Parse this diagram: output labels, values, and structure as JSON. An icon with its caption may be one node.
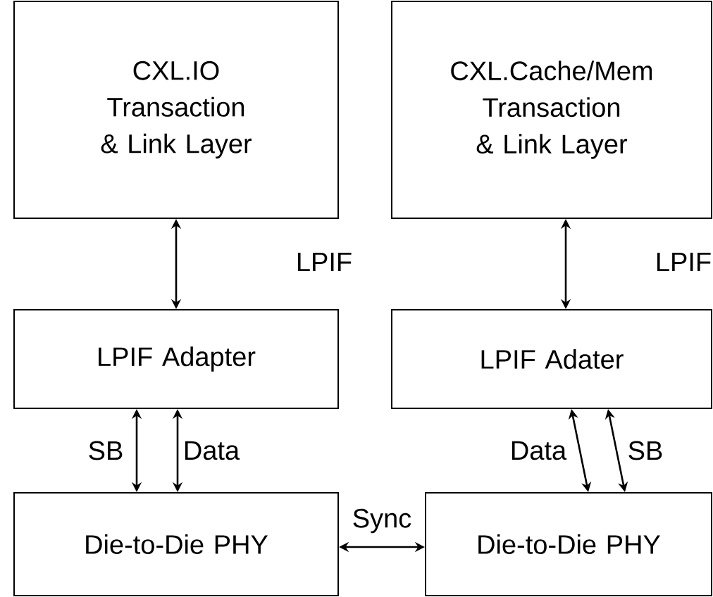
{
  "diagram": {
    "nodes": [
      {
        "text": [
          "CXL.IO Transaction & Link Layer"
        ]
      },
      {
        "text": [
          "CXL.Cache/Mem Transaction & Link Layer"
        ]
      },
      {
        "text": [
          "LPIF Adapter"
        ]
      },
      {
        "text": [
          "LPIF Adater"
        ]
      },
      {
        "text": [
          "Die-to-Die PHY"
        ]
      },
      {
        "text": [
          "Die-to-Die PHY"
        ]
      }
    ],
    "edges": [
      {
        "from": 0,
        "to": 2,
        "arrow": "both",
        "label": "LPIF"
      },
      {
        "from": 1,
        "to": 3,
        "arrow": "both",
        "label": "LPIF"
      },
      {
        "from": 2,
        "to": 4,
        "arrow": "both",
        "label": "SB"
      },
      {
        "from": 2,
        "to": 4,
        "arrow": "both",
        "label": "Data"
      },
      {
        "from": 3,
        "to": 5,
        "arrow": "both",
        "label": "Data"
      },
      {
        "from": 3,
        "to": 5,
        "arrow": "both",
        "label": "SB"
      },
      {
        "from": 4,
        "to": 5,
        "arrow": "both",
        "label": "Sync"
      }
    ]
  }
}
